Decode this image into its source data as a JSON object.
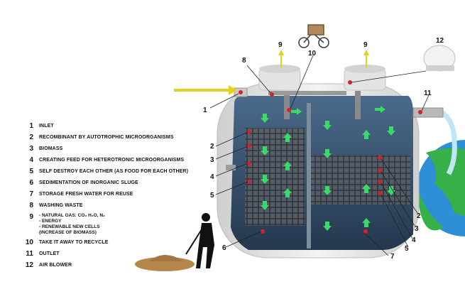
{
  "legend": [
    {
      "num": "1",
      "text": "INLET"
    },
    {
      "num": "2",
      "text": "RECOMBINANT BY AUTOTROPHIC MICROORGANISMS"
    },
    {
      "num": "3",
      "text": "BIOMASS"
    },
    {
      "num": "4",
      "text": "CREATING FEED FOR HETEROTRONIC MICROORGANISMS"
    },
    {
      "num": "5",
      "text": "SELF DESTROY EACH OTHER (AS FOOD FOR EACH OTHER)"
    },
    {
      "num": "6",
      "text": "SEDIMENTATION OF INORGANIC SLUGE"
    },
    {
      "num": "7",
      "text": "STORAGE FRESH WATER FOR REUSE"
    },
    {
      "num": "8",
      "text": "WASHING WASTE"
    },
    {
      "num": "9",
      "lines": [
        "- NATURAL GAS: CO₂ H₂O, N₂",
        "- ENERGY",
        "- RENEWABLE NEW CELLS",
        "(INCREASE OF BIOMASS)"
      ]
    },
    {
      "num": "10",
      "text": "TAKE IT AWAY TO RECYCLE"
    },
    {
      "num": "11",
      "text": "OUTLET"
    },
    {
      "num": "12",
      "text": "AIR BLOWER"
    }
  ],
  "callouts": {
    "c1": "1",
    "c2a": "2",
    "c3a": "3",
    "c4a": "4",
    "c5a": "5",
    "c6": "6",
    "c7": "7",
    "c8": "8",
    "c9a": "9",
    "c9b": "9",
    "c10": "10",
    "c11": "11",
    "c12": "12",
    "c2b": "2",
    "c3b": "3",
    "c4b": "4",
    "c5b": "5"
  },
  "colors": {
    "inlet_arrow": "#e3d21a",
    "flow_arrow": "#39d96b",
    "tank_shell": "#e9e9e9",
    "tank_inside": "#3a5672",
    "marker": "#d8202a",
    "water": "#2f8fd6",
    "soil": "#b5874c"
  }
}
